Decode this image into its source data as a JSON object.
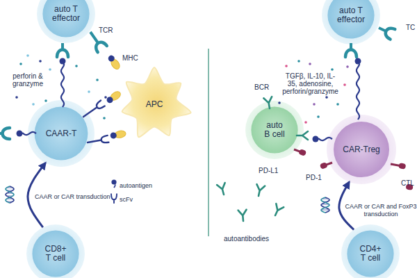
{
  "diagram": {
    "nodes": [
      {
        "text": [
          "auto T effector"
        ]
      },
      {
        "text": [
          "APC"
        ]
      },
      {
        "text": [
          "CAAR-T"
        ]
      },
      {
        "text": [
          "CD8+ T cell"
        ]
      },
      {
        "text": [
          "auto T effector"
        ]
      },
      {
        "text": [
          "auto B cell"
        ]
      },
      {
        "text": [
          "CAR-Treg"
        ]
      },
      {
        "text": [
          "CD4+ T cell"
        ]
      }
    ],
    "edges": [
      {
        "from": 3,
        "to": 2,
        "arrow": "to"
      },
      {
        "from": 7,
        "to": 6,
        "arrow": "to"
      }
    ],
    "labels": [
      "TCR",
      "MHC",
      "perforin & granzyme",
      "CAAR or CAR transduction",
      "BCR",
      "TGFβ, IL-10, IL-35, adenosine, perforin/granzyme",
      "PD-L1",
      "PD-1",
      "CTL",
      "TC",
      "autoantibodies",
      "CAAR or CAR and FoxP3 transduction"
    ],
    "legend": [
      {
        "text": "autoantigen"
      },
      {
        "text": "scFv"
      }
    ]
  }
}
